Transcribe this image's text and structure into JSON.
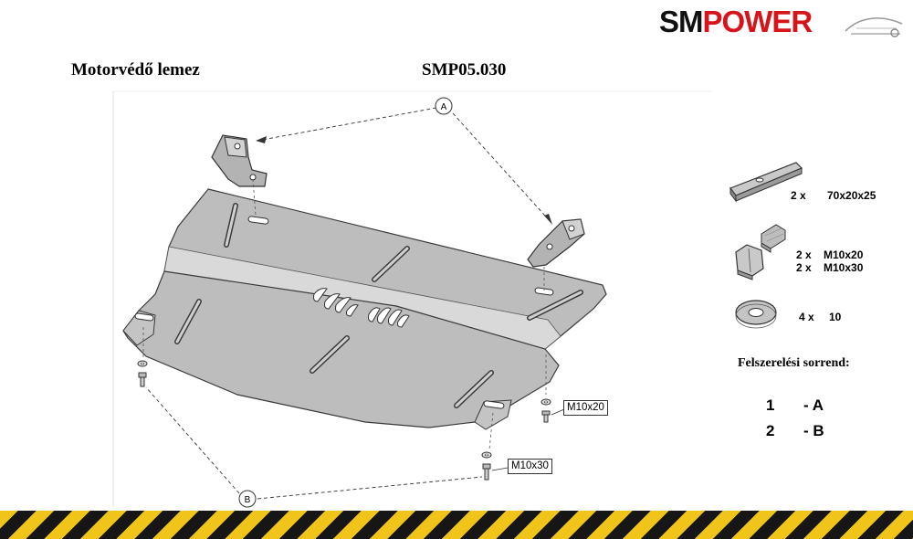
{
  "brand": {
    "sm": "SM",
    "power": "POWER"
  },
  "header": {
    "product_name": "Motorvédő lemez",
    "product_code": "SMP05.030"
  },
  "callouts": {
    "a": "A",
    "b": "B",
    "bolt_right": "M10x20",
    "bolt_left": "M10x30"
  },
  "parts": [
    {
      "qty": "2  x",
      "spec": "70x20x25"
    },
    {
      "qty": "2  x",
      "spec": "M10x20"
    },
    {
      "qty": "2  x",
      "spec": "M10x30"
    },
    {
      "qty": "4  x",
      "spec": "10"
    }
  ],
  "assembly": {
    "title": "Felszerelési sorrend:",
    "steps": [
      {
        "num": "1",
        "label": "- A"
      },
      {
        "num": "2",
        "label": "- B"
      }
    ]
  },
  "colors": {
    "brand_red": "#d7141a",
    "plate_gray": "#bdbdbd",
    "hazard_yellow": "#f0c419",
    "hazard_black": "#161616"
  }
}
